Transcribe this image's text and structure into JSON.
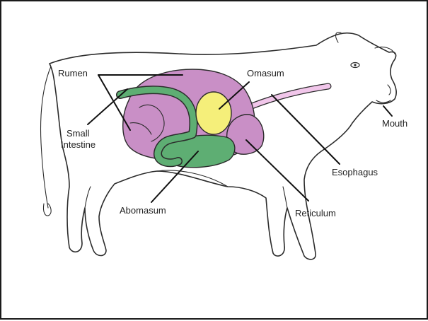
{
  "labels": {
    "rumen": "Rumen",
    "small_intestine_line1": "Small",
    "small_intestine_line2": "Intestine",
    "omasum": "Omasum",
    "mouth": "Mouth",
    "esophagus": "Esophagus",
    "abomasum": "Abomasum",
    "reticulum": "Reticulum"
  },
  "colors": {
    "rumen_reticulum": "#c98fc6",
    "omasum": "#f5ef7a",
    "abomasum_intestine": "#5eae73",
    "esophagus": "#f1c6ea",
    "outline": "#2b2b2b"
  }
}
